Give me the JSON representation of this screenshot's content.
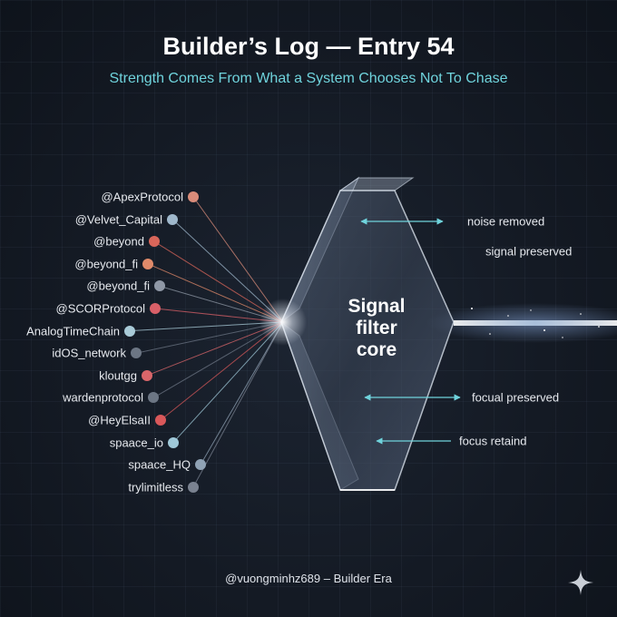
{
  "header": {
    "title": "Builder’s Log — Entry 54",
    "subtitle": "Strength Comes From What a System Chooses Not To Chase"
  },
  "sources": [
    {
      "label": "@ApexProtocol",
      "color": "#d98c7a"
    },
    {
      "label": "@Velvet_Capital",
      "color": "#9fb8cc"
    },
    {
      "label": "@beyond",
      "color": "#d9665a"
    },
    {
      "label": "@beyond_fi",
      "color": "#e08a6a"
    },
    {
      "label": "@beyond_fi",
      "color": "#8f98a6"
    },
    {
      "label": "@SCORProtocol",
      "color": "#d96068"
    },
    {
      "label": "AnalogTimeChain",
      "color": "#a9cbd8"
    },
    {
      "label": "idOS_network",
      "color": "#6c7684"
    },
    {
      "label": "kloutgg",
      "color": "#d9666a"
    },
    {
      "label": "wardenprotocol",
      "color": "#6c7684"
    },
    {
      "label": "@HeyElsaII",
      "color": "#d9585a"
    },
    {
      "label": "spaace_io",
      "color": "#9fc8d8"
    },
    {
      "label": "spaace_HQ",
      "color": "#8fa2b4"
    },
    {
      "label": "trylimitless",
      "color": "#7a8290"
    }
  ],
  "core": {
    "label_line1": "Signal",
    "label_line2": "filter",
    "label_line3": "core"
  },
  "outputs": [
    {
      "label": "noise removed",
      "arrow": "both"
    },
    {
      "label": "signal preserved",
      "arrow": "none"
    },
    {
      "label": "focual preserved",
      "arrow": "both"
    },
    {
      "label": "focus retaind",
      "arrow": "left"
    }
  ],
  "footer": {
    "credit": "@vuongminhz689 – Builder Era"
  },
  "colors": {
    "accent": "#6fd3dc",
    "background": "#141a24"
  }
}
